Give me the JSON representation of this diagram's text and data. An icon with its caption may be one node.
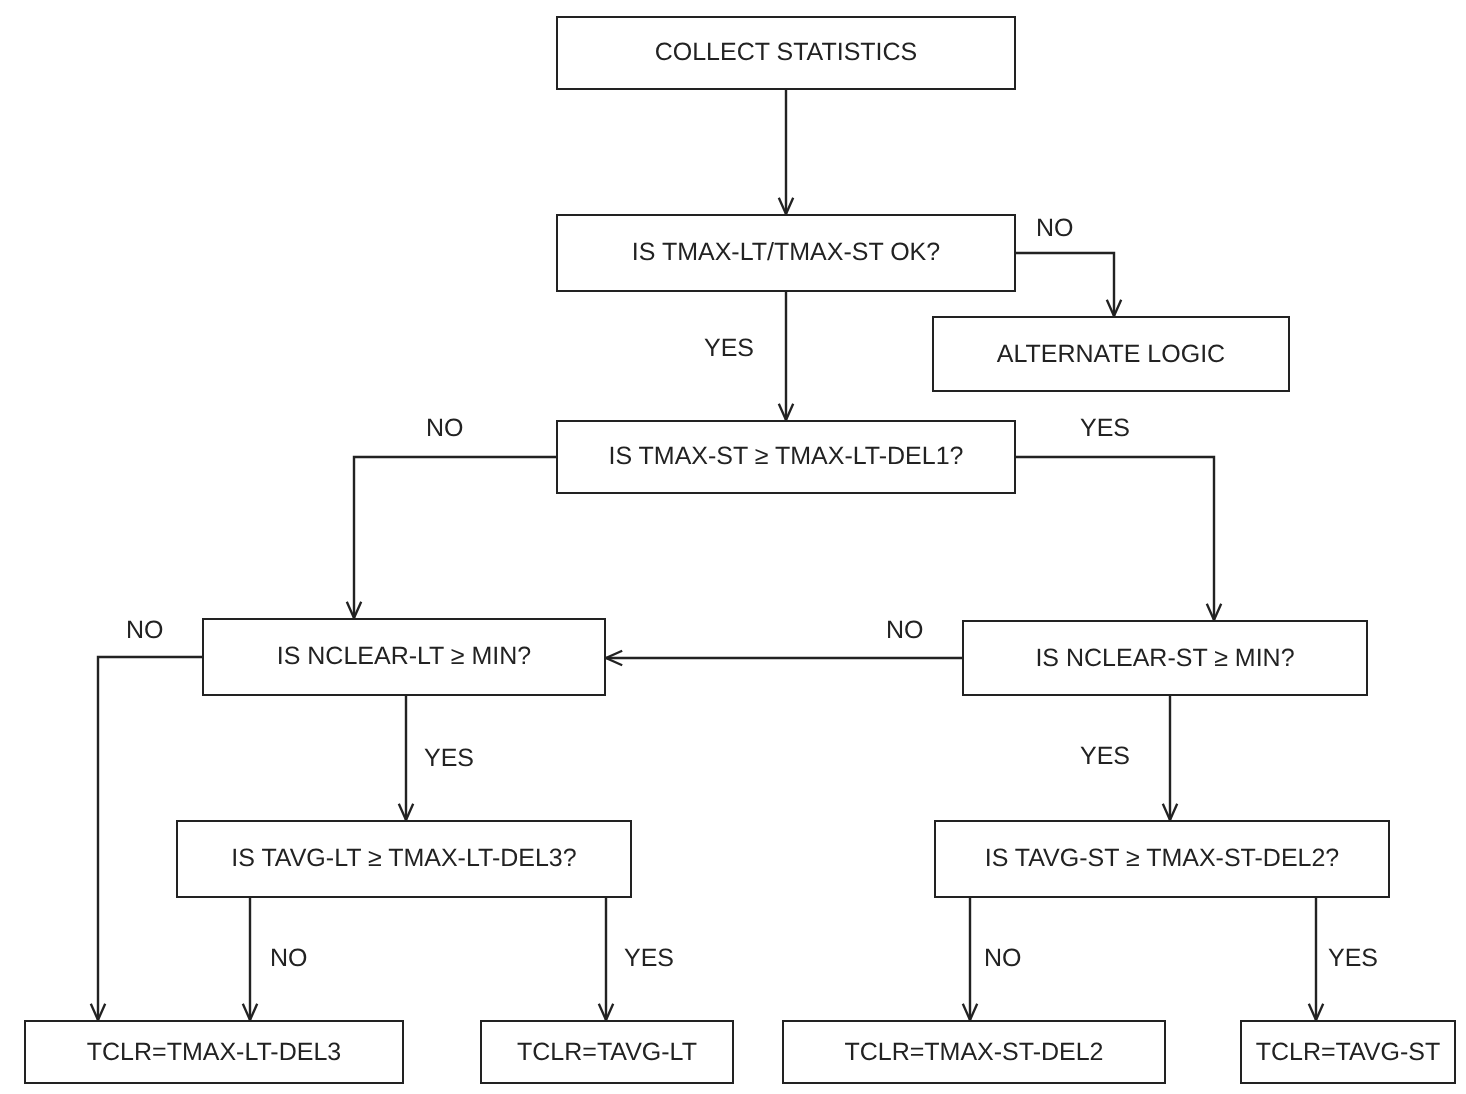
{
  "diagram": {
    "nodes": [
      {
        "text": [
          "COLLECT STATISTICS"
        ]
      },
      {
        "text": [
          "IS TMAX-LT/TMAX-ST OK?"
        ]
      },
      {
        "text": [
          "ALTERNATE LOGIC"
        ]
      },
      {
        "text": [
          "IS TMAX-ST ≥ TMAX-LT-DEL1?"
        ]
      },
      {
        "text": [
          "IS NCLEAR-LT ≥ MIN?"
        ]
      },
      {
        "text": [
          "IS NCLEAR-ST ≥ MIN?"
        ]
      },
      {
        "text": [
          "IS TAVG-LT ≥ TMAX-LT-DEL3?"
        ]
      },
      {
        "text": [
          "IS TAVG-ST ≥ TMAX-ST-DEL2?"
        ]
      },
      {
        "text": [
          "TCLR=TMAX-LT-DEL3"
        ]
      },
      {
        "text": [
          "TCLR=TAVG-LT"
        ]
      },
      {
        "text": [
          "TCLR=TMAX-ST-DEL2"
        ]
      },
      {
        "text": [
          "TCLR=TAVG-ST"
        ]
      }
    ],
    "edges": [
      {
        "from": 0,
        "to": 1,
        "arrow": "to"
      },
      {
        "from": 1,
        "to": 2,
        "arrow": "to",
        "label": "NO"
      },
      {
        "from": 1,
        "to": 3,
        "arrow": "to",
        "label": "YES"
      },
      {
        "from": 3,
        "to": 4,
        "arrow": "to",
        "label": "NO"
      },
      {
        "from": 3,
        "to": 5,
        "arrow": "to",
        "label": "YES"
      },
      {
        "from": 5,
        "to": 4,
        "arrow": "to",
        "label": "NO"
      },
      {
        "from": 4,
        "to": 8,
        "arrow": "to",
        "label": "NO"
      },
      {
        "from": 4,
        "to": 6,
        "arrow": "to",
        "label": "YES"
      },
      {
        "from": 6,
        "to": 8,
        "arrow": "to",
        "label": "NO"
      },
      {
        "from": 6,
        "to": 9,
        "arrow": "to",
        "label": "YES"
      },
      {
        "from": 5,
        "to": 7,
        "arrow": "to",
        "label": "YES"
      },
      {
        "from": 7,
        "to": 10,
        "arrow": "to",
        "label": "NO"
      },
      {
        "from": 7,
        "to": 11,
        "arrow": "to",
        "label": "YES"
      }
    ]
  }
}
